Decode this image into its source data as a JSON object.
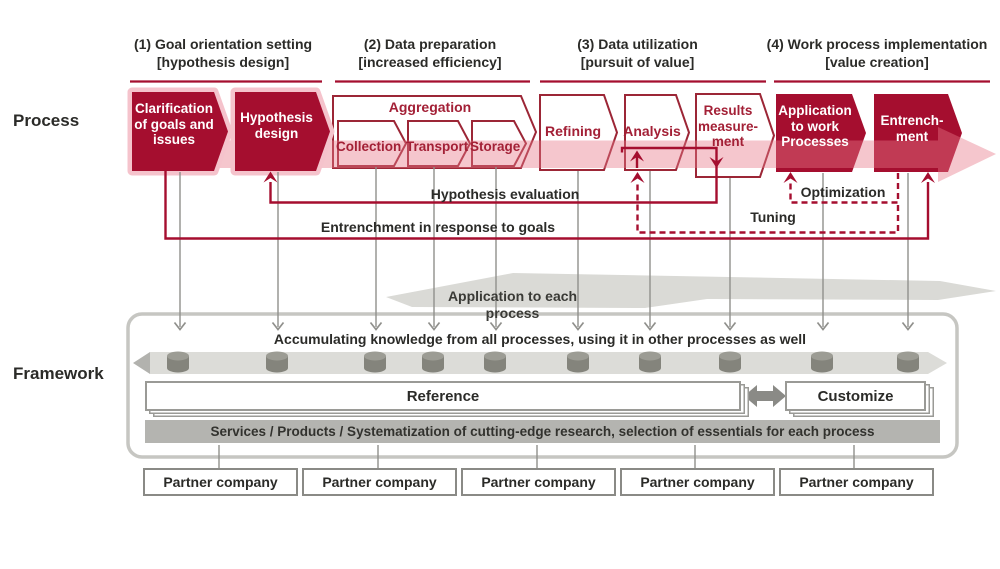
{
  "labels": {
    "process": "Process",
    "framework": "Framework"
  },
  "phases": [
    {
      "title": "(1) Goal orientation setting",
      "subtitle": "[hypothesis design]"
    },
    {
      "title": "(2) Data preparation",
      "subtitle": "[increased efficiency]"
    },
    {
      "title": "(3) Data utilization",
      "subtitle": "[pursuit of value]"
    },
    {
      "title": "(4) Work process implementation",
      "subtitle": "[value creation]"
    }
  ],
  "process_boxes": {
    "clarification": "Clarification\nof goals and\nissues",
    "hypothesis_design": "Hypothesis\ndesign",
    "aggregation_title": "Aggregation",
    "collection": "Collection",
    "transport": "Transport",
    "storage": "Storage",
    "refining": "Refining",
    "analysis": "Analysis",
    "results_measurement": "Results\nmeasure-\nment",
    "application_to_work": "Application\nto work\nProcesses",
    "entrenchment": "Entrench-\nment"
  },
  "annotations": {
    "hypothesis_evaluation": "Hypothesis evaluation",
    "entrenchment_goals": "Entrenchment in response to goals",
    "optimization": "Optimization",
    "tuning": "Tuning",
    "application_each_process": "Application to each process"
  },
  "framework": {
    "accumulating": "Accumulating knowledge from all processes, using it in other processes as well",
    "reference": "Reference",
    "customize": "Customize",
    "services": "Services / Products / Systematization of cutting-edge research, selection of essentials for each process",
    "partners": [
      "Partner company",
      "Partner company",
      "Partner company",
      "Partner company",
      "Partner company"
    ]
  },
  "colors": {
    "accent_red": "#a50e2f",
    "red_border": "#9c2636",
    "pink_halo": "#f5c3cc",
    "band_pink": "rgba(230,118,136,0.42)",
    "dark_text": "#2b2b28",
    "gray_band": "#dcdcd8",
    "services_gray": "#b4b4b0",
    "cylinder_gray": "#84847c"
  }
}
